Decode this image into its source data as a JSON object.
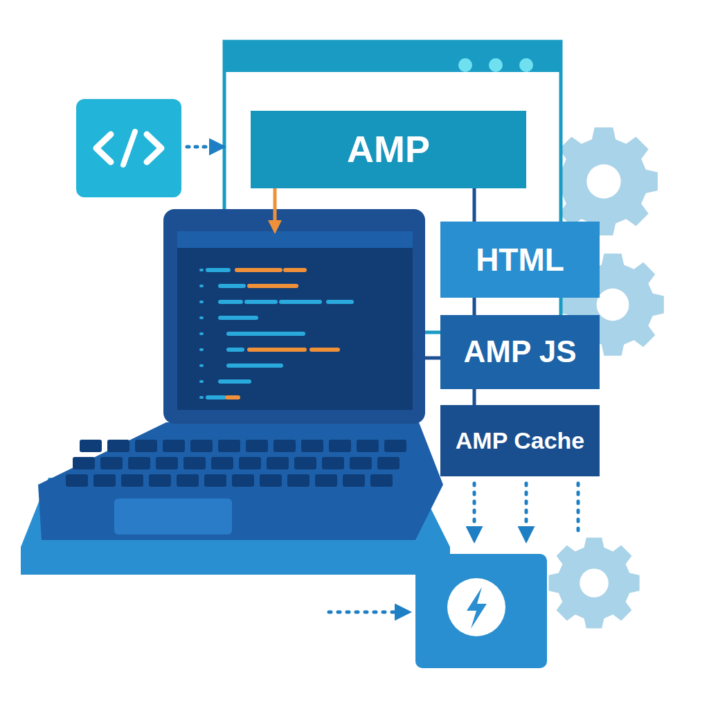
{
  "diagram": {
    "nodes": [
      {
        "text": [
          "AMP"
        ]
      },
      {
        "text": [
          "HTML"
        ]
      },
      {
        "text": [
          "AMP JS"
        ]
      },
      {
        "text": [
          "AMP Cache"
        ]
      }
    ],
    "edges": [
      {
        "from": 0,
        "to": 1,
        "arrow": "none"
      },
      {
        "from": 1,
        "to": 2,
        "arrow": "none"
      },
      {
        "from": 2,
        "to": 3,
        "arrow": "none"
      }
    ]
  }
}
